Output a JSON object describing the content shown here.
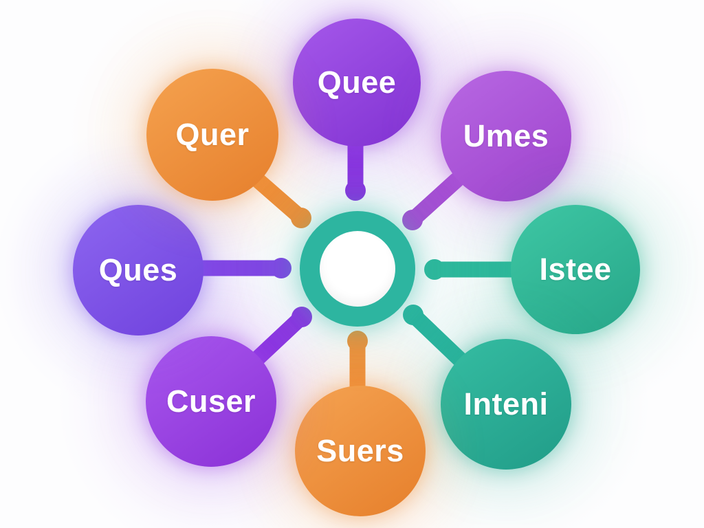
{
  "diagram": {
    "type": "hub-and-spoke",
    "hub": {
      "shape": "ring",
      "color": "#2db5a0",
      "glow": "rgba(45,181,160,0.35)",
      "glow_wide": "rgba(45,181,160,0.14)"
    },
    "nodes": [
      {
        "id": "quee",
        "position": "top",
        "label": "Quee",
        "color_light": "#a558ea",
        "color_dark": "#8132d2",
        "glow": "rgba(151,71,224,0.40)",
        "glow_wide": "rgba(151,71,224,0.16)",
        "spoke_color": "#8a35e0"
      },
      {
        "id": "umes",
        "position": "top-right",
        "label": "Umes",
        "color_light": "#b868e3",
        "color_dark": "#9d42cc",
        "glow": "rgba(173,90,218,0.40)",
        "glow_wide": "rgba(173,90,218,0.16)",
        "spoke_color": "#a64fd4"
      },
      {
        "id": "istee",
        "position": "right",
        "label": "Istee",
        "color_light": "#3ec7a4",
        "color_dark": "#27a689",
        "glow": "rgba(46,183,149,0.38)",
        "glow_wide": "rgba(46,183,149,0.15)",
        "spoke_color": "#2eb89c"
      },
      {
        "id": "inteni",
        "position": "bottom-right",
        "label": "Inteni",
        "color_light": "#35bda2",
        "color_dark": "#219c88",
        "glow": "rgba(41,173,150,0.38)",
        "glow_wide": "rgba(41,173,150,0.15)",
        "spoke_color": "#2bb49e"
      },
      {
        "id": "suers",
        "position": "bottom",
        "label": "Suers",
        "color_light": "#f5a352",
        "color_dark": "#e67f2b",
        "glow": "rgba(240,145,60,0.38)",
        "glow_wide": "rgba(240,145,60,0.15)",
        "spoke_color": "#f0913c"
      },
      {
        "id": "cuser",
        "position": "bottom-left",
        "label": "Cuser",
        "color_light": "#a958ee",
        "color_dark": "#8a30d6",
        "glow": "rgba(156,70,230,0.40)",
        "glow_wide": "rgba(156,70,230,0.16)",
        "spoke_color": "#8d36e2"
      },
      {
        "id": "ques",
        "position": "left",
        "label": "Ques",
        "color_light": "#8d66f0",
        "color_dark": "#6f41dd",
        "glow": "rgba(126,85,234,0.40)",
        "glow_wide": "rgba(126,85,234,0.16)",
        "spoke_color": "#8246e4"
      },
      {
        "id": "quer",
        "position": "top-left",
        "label": "Quer",
        "color_light": "#f5a24f",
        "color_dark": "#e67f2c",
        "glow": "rgba(239,145,61,0.38)",
        "glow_wide": "rgba(239,145,61,0.15)",
        "spoke_color": "#ee8f3a"
      }
    ]
  }
}
